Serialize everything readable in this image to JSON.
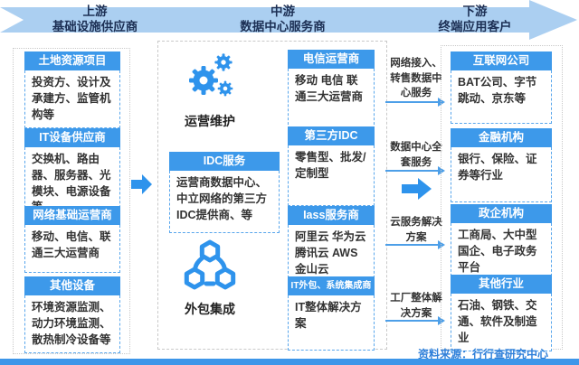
{
  "banner": {
    "sections": [
      {
        "line1": "上游",
        "line2": "基础设施供应商"
      },
      {
        "line1": "中游",
        "line2": "数据中心服务商"
      },
      {
        "line1": "下游",
        "line2": "终端应用客户"
      }
    ]
  },
  "left_column": {
    "boxes": [
      {
        "title": "土地资源项目",
        "body": "投资方、设计及承建方、监管机构等"
      },
      {
        "title": "IT设备供应商",
        "body": "交换机、路由器、服务器、光模块、电源设备等"
      },
      {
        "title": "网络基础运营商",
        "body": "移动、电信、联通三大运营商"
      },
      {
        "title": "其他设备",
        "body": "环境资源监测、动力环境监测、散热制冷设备等"
      }
    ]
  },
  "middle_column": {
    "operation": {
      "label": "运营维护",
      "icon": "gears-icon"
    },
    "idc_box": {
      "title": "IDC服务",
      "body": "运营商数据中心、中立网络的第三方IDC提供商、等"
    },
    "integration": {
      "label": "外包集成",
      "icon": "hexagon-network-icon"
    },
    "boxes": [
      {
        "title": "电信运营商",
        "body": "移动 电信 联通三大运营商"
      },
      {
        "title": "第三方IDC",
        "body": "零售型、批发/定制型"
      },
      {
        "title": "Iass服务商",
        "body": "阿里云 华为云 腾讯云 AWS 金山云"
      },
      {
        "title": "IT外包、系统集成商",
        "body": "IT整体解决方案"
      }
    ]
  },
  "flows": {
    "labels": [
      "网络接入、转售数据中心服务",
      "数据中心全套服务",
      "云服务解决方案",
      "工厂整体解决方案"
    ]
  },
  "right_column": {
    "boxes": [
      {
        "title": "互联网公司",
        "body": "BAT公司、字节跳动、京东等"
      },
      {
        "title": "金融机构",
        "body": "银行、保险、证券等行业"
      },
      {
        "title": "政企机构",
        "body": "工商局、大中型国企、电子政务平台"
      },
      {
        "title": "其他行业",
        "body": "石油、钢铁、交通、软件及制造业"
      }
    ]
  },
  "footer": {
    "source": "资料来源：行行查研究中心"
  },
  "colors": {
    "banner_bg": "#ABCFF1",
    "banner_text": "#1C2F54",
    "header_bar": "#3D99EA",
    "box_border": "#58A6EC",
    "icon_blue": "#2E93EC",
    "flow_line": "#4D9FE8",
    "outer_border": "#C9C9C9",
    "body_text": "#333333",
    "source_text": "#2E7FD9",
    "bottom_bar": "#3D96E9"
  }
}
